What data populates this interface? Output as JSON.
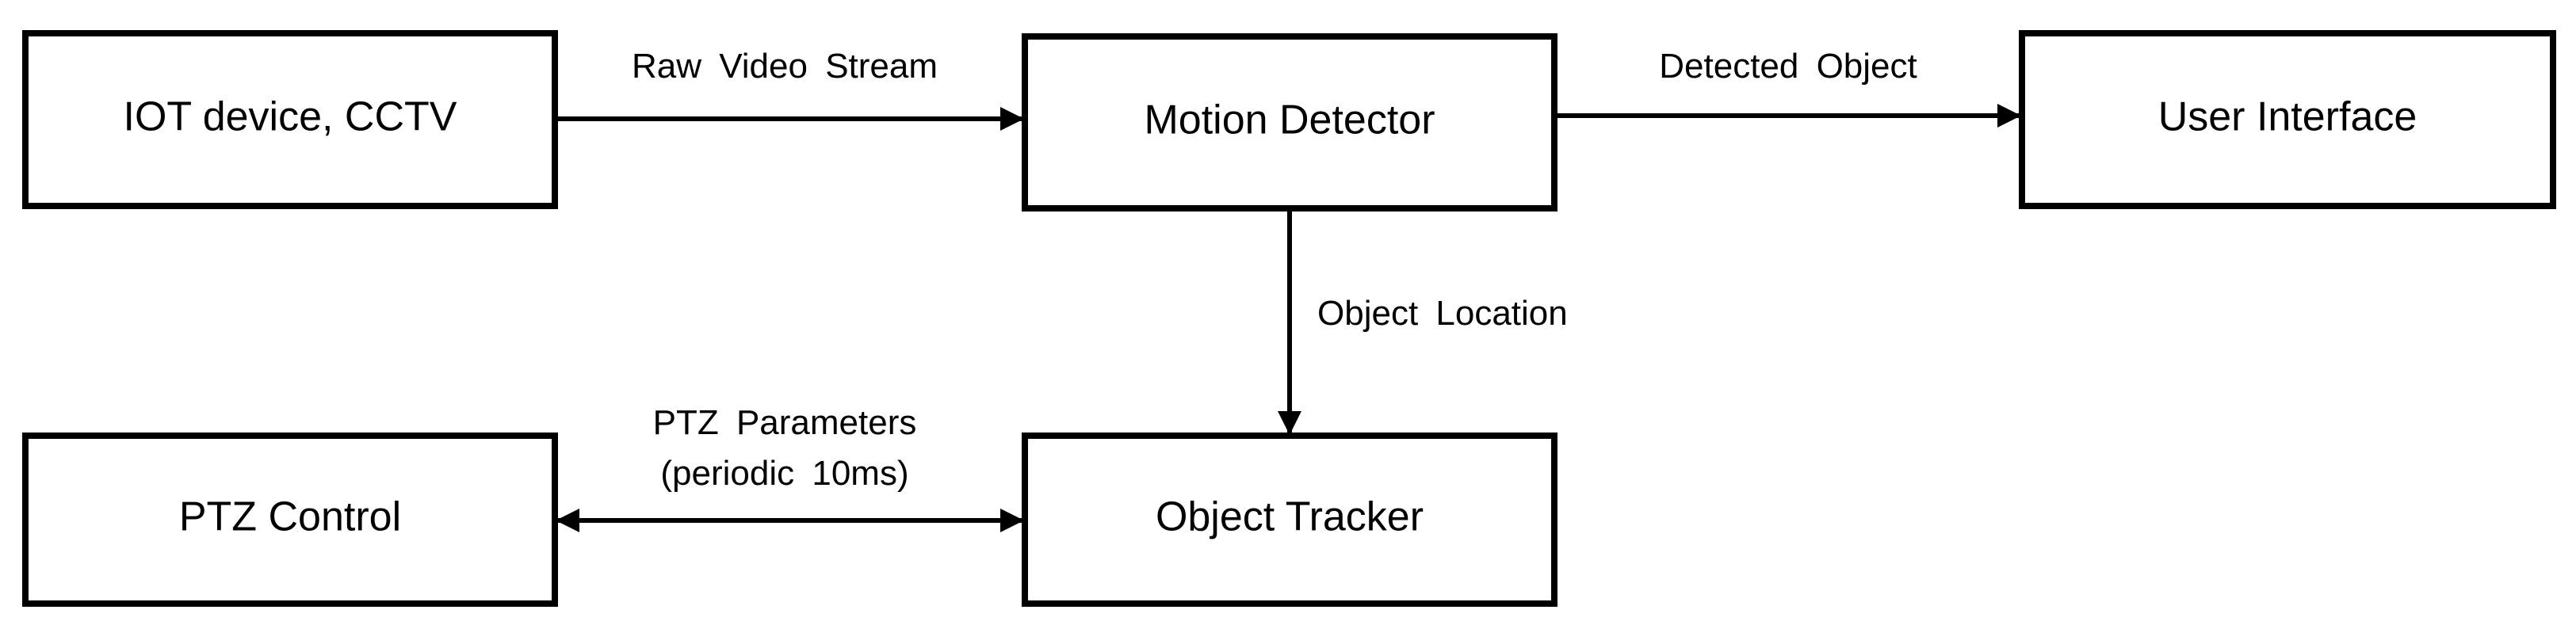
{
  "nodes": {
    "iot": "IOT device, CCTV",
    "motion": "Motion Detector",
    "ui": "User Interface",
    "ptz_control": "PTZ Control",
    "tracker": "Object Tracker"
  },
  "edges": {
    "raw_video": "Raw Video Stream",
    "detected": "Detected Object",
    "location": "Object Location",
    "ptz_params_line1": "PTZ Parameters",
    "ptz_params_line2": "(periodic 10ms)"
  },
  "colors": {
    "stroke": "#000000",
    "background": "#ffffff"
  }
}
